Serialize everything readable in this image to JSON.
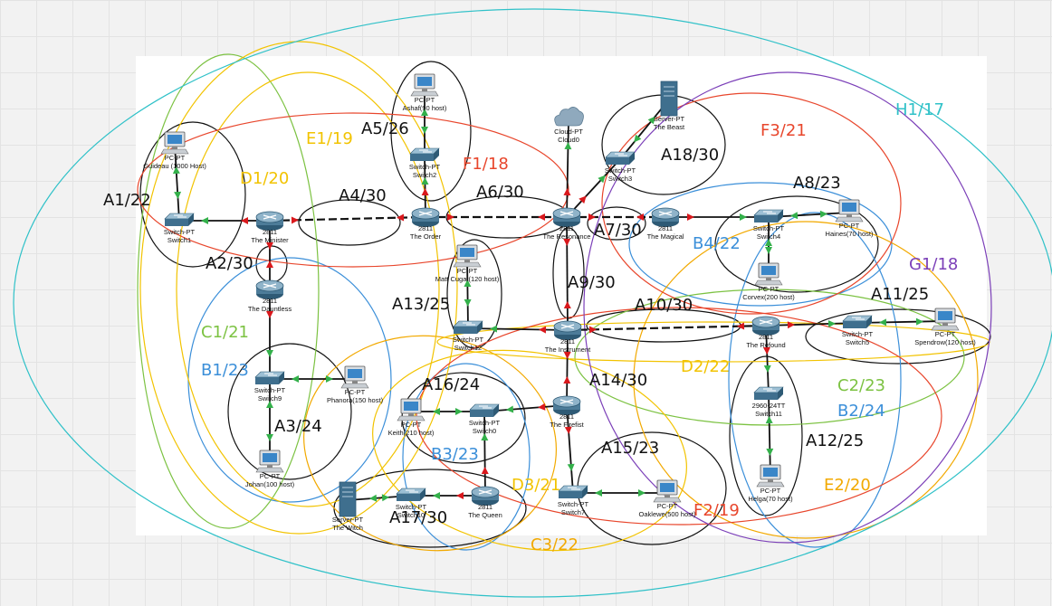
{
  "devices": [
    {
      "id": "pc_guideau",
      "kind": "pc",
      "lines": [
        "PC-PT",
        "Guideau (1000 Host)"
      ]
    },
    {
      "id": "switch1",
      "kind": "switch",
      "lines": [
        "Switch-PT",
        "Switch1"
      ]
    },
    {
      "id": "minister",
      "kind": "router",
      "lines": [
        "2811",
        "The Minister"
      ]
    },
    {
      "id": "dauntless",
      "kind": "router",
      "lines": [
        "2811",
        "The Dauntless"
      ]
    },
    {
      "id": "switch9",
      "kind": "switch",
      "lines": [
        "Switch-PT",
        "Switch9"
      ]
    },
    {
      "id": "pc_phanora",
      "kind": "pc",
      "lines": [
        "PC-PT",
        "Phanora(150 host)"
      ]
    },
    {
      "id": "pc_johan",
      "kind": "pc",
      "lines": [
        "PC-PT",
        "Johan(100 host)"
      ]
    },
    {
      "id": "pc_ashaf",
      "kind": "pc",
      "lines": [
        "PC-PT",
        "Ashaf(90 host)"
      ]
    },
    {
      "id": "switch2",
      "kind": "switch",
      "lines": [
        "Switch-PT",
        "Switch2"
      ]
    },
    {
      "id": "order",
      "kind": "router",
      "lines": [
        "2811",
        "The Order"
      ]
    },
    {
      "id": "cloud0",
      "kind": "cloud",
      "lines": [
        "Cloud-PT",
        "Cloud0"
      ]
    },
    {
      "id": "server_beast",
      "kind": "server",
      "lines": [
        "Server-PT",
        "The Beast"
      ]
    },
    {
      "id": "switch3",
      "kind": "switch",
      "lines": [
        "Switch-PT",
        "Switch3"
      ]
    },
    {
      "id": "resonance",
      "kind": "router",
      "lines": [
        "2811",
        "The Resonance"
      ]
    },
    {
      "id": "magical",
      "kind": "router",
      "lines": [
        "2811",
        "The Magical"
      ]
    },
    {
      "id": "switch4",
      "kind": "switch",
      "lines": [
        "Switch-PT",
        "Switch4"
      ]
    },
    {
      "id": "pc_haines",
      "kind": "pc",
      "lines": [
        "PC-PT",
        "Haines(70 host)"
      ]
    },
    {
      "id": "pc_corvex",
      "kind": "pc",
      "lines": [
        "PC-PT",
        "Corvex(200 host)"
      ]
    },
    {
      "id": "pc_mattcugat",
      "kind": "pc",
      "lines": [
        "PC-PT",
        "Matt Cugat(120 host)"
      ]
    },
    {
      "id": "switch12",
      "kind": "switch",
      "lines": [
        "Switch-PT",
        "Switch12"
      ]
    },
    {
      "id": "instrument",
      "kind": "router",
      "lines": [
        "2811",
        "The Instrument"
      ]
    },
    {
      "id": "refound",
      "kind": "router",
      "lines": [
        "2811",
        "The Refound"
      ]
    },
    {
      "id": "switch5",
      "kind": "switch",
      "lines": [
        "Switch-PT",
        "Switch5"
      ]
    },
    {
      "id": "pc_spendrow",
      "kind": "pc",
      "lines": [
        "PC-PT",
        "Spendrow(120 host)"
      ]
    },
    {
      "id": "switch11",
      "kind": "switch",
      "lines": [
        "2960-24TT",
        "Switch11"
      ]
    },
    {
      "id": "pc_helga",
      "kind": "pc",
      "lines": [
        "PC-PT",
        "Helga(70 host)"
      ]
    },
    {
      "id": "pc_keith",
      "kind": "pc",
      "lines": [
        "PC-PT",
        "Keith(210 host)"
      ]
    },
    {
      "id": "switch0",
      "kind": "switch",
      "lines": [
        "Switch-PT",
        "Switch0"
      ]
    },
    {
      "id": "firefist",
      "kind": "router",
      "lines": [
        "2811",
        "The Firefist"
      ]
    },
    {
      "id": "switch7",
      "kind": "switch",
      "lines": [
        "Switch-PT",
        "Switch7"
      ]
    },
    {
      "id": "pc_oaklewe",
      "kind": "pc",
      "lines": [
        "PC-PT",
        "Oaklewe(500 host)"
      ]
    },
    {
      "id": "server_witch",
      "kind": "server",
      "lines": [
        "Server-PT",
        "The Witch"
      ]
    },
    {
      "id": "switch10",
      "kind": "switch",
      "lines": [
        "Switch-PT",
        "Switch10"
      ]
    },
    {
      "id": "queen",
      "kind": "router",
      "lines": [
        "2811",
        "The Queen"
      ]
    }
  ],
  "links": [
    {
      "from": "pc_guideau",
      "to": "switch1",
      "serial": false
    },
    {
      "from": "switch1",
      "to": "minister",
      "serial": false
    },
    {
      "from": "minister",
      "to": "order",
      "serial": true
    },
    {
      "from": "order",
      "to": "resonance",
      "serial": true
    },
    {
      "from": "switch2",
      "to": "order",
      "serial": false
    },
    {
      "from": "pc_ashaf",
      "to": "switch2",
      "serial": false
    },
    {
      "from": "minister",
      "to": "dauntless",
      "serial": false
    },
    {
      "from": "dauntless",
      "to": "switch9",
      "serial": false
    },
    {
      "from": "switch9",
      "to": "pc_phanora",
      "serial": false
    },
    {
      "from": "switch9",
      "to": "pc_johan",
      "serial": false
    },
    {
      "from": "cloud0",
      "to": "resonance",
      "serial": false
    },
    {
      "from": "server_beast",
      "to": "switch3",
      "serial": false
    },
    {
      "from": "switch3",
      "to": "resonance",
      "serial": false
    },
    {
      "from": "resonance",
      "to": "magical",
      "serial": true
    },
    {
      "from": "magical",
      "to": "switch4",
      "serial": false
    },
    {
      "from": "switch4",
      "to": "pc_haines",
      "serial": false
    },
    {
      "from": "switch4",
      "to": "pc_corvex",
      "serial": false
    },
    {
      "from": "resonance",
      "to": "instrument",
      "serial": false
    },
    {
      "from": "pc_mattcugat",
      "to": "switch12",
      "serial": false
    },
    {
      "from": "switch12",
      "to": "instrument",
      "serial": false
    },
    {
      "from": "instrument",
      "to": "refound",
      "serial": true
    },
    {
      "from": "refound",
      "to": "switch5",
      "serial": false
    },
    {
      "from": "switch5",
      "to": "pc_spendrow",
      "serial": false
    },
    {
      "from": "refound",
      "to": "switch11",
      "serial": false
    },
    {
      "from": "switch11",
      "to": "pc_helga",
      "serial": false
    },
    {
      "from": "instrument",
      "to": "firefist",
      "serial": false
    },
    {
      "from": "firefist",
      "to": "switch0",
      "serial": false
    },
    {
      "from": "switch0",
      "to": "pc_keith",
      "serial": false
    },
    {
      "from": "switch0",
      "to": "queen",
      "serial": false
    },
    {
      "from": "firefist",
      "to": "switch7",
      "serial": false
    },
    {
      "from": "switch7",
      "to": "pc_oaklewe",
      "serial": false
    },
    {
      "from": "queen",
      "to": "switch10",
      "serial": false
    },
    {
      "from": "switch10",
      "to": "server_witch",
      "serial": false
    }
  ],
  "subnet_labels": [
    {
      "text": "A1/22",
      "color": "#111111"
    },
    {
      "text": "A2/30",
      "color": "#111111"
    },
    {
      "text": "A3/24",
      "color": "#111111"
    },
    {
      "text": "A4/30",
      "color": "#111111"
    },
    {
      "text": "A5/26",
      "color": "#111111"
    },
    {
      "text": "A6/30",
      "color": "#111111"
    },
    {
      "text": "A7/30",
      "color": "#111111"
    },
    {
      "text": "A8/23",
      "color": "#111111"
    },
    {
      "text": "A9/30",
      "color": "#111111"
    },
    {
      "text": "A10/30",
      "color": "#111111"
    },
    {
      "text": "A11/25",
      "color": "#111111"
    },
    {
      "text": "A12/25",
      "color": "#111111"
    },
    {
      "text": "A13/25",
      "color": "#111111"
    },
    {
      "text": "A14/30",
      "color": "#111111"
    },
    {
      "text": "A15/23",
      "color": "#111111"
    },
    {
      "text": "A16/24",
      "color": "#111111"
    },
    {
      "text": "A17/30",
      "color": "#111111"
    },
    {
      "text": "A18/30",
      "color": "#111111"
    },
    {
      "text": "B1/23",
      "color": "#3b8fd9"
    },
    {
      "text": "B2/24",
      "color": "#3b8fd9"
    },
    {
      "text": "B3/23",
      "color": "#3b8fd9"
    },
    {
      "text": "B4/22",
      "color": "#3b8fd9"
    },
    {
      "text": "C1/21",
      "color": "#7cc242"
    },
    {
      "text": "C2/23",
      "color": "#7cc242"
    },
    {
      "text": "C3/22",
      "color": "#f2a900"
    },
    {
      "text": "D1/20",
      "color": "#f2c300"
    },
    {
      "text": "D2/22",
      "color": "#f2c300"
    },
    {
      "text": "D3/21",
      "color": "#f2c300"
    },
    {
      "text": "E1/19",
      "color": "#f2c300"
    },
    {
      "text": "E2/20",
      "color": "#f2a900"
    },
    {
      "text": "F1/18",
      "color": "#e8462c"
    },
    {
      "text": "F2/19",
      "color": "#e8462c"
    },
    {
      "text": "F3/21",
      "color": "#e8462c"
    },
    {
      "text": "G1/18",
      "color": "#7b3fb8"
    },
    {
      "text": "H1/17",
      "color": "#2fc1c8"
    }
  ],
  "colors": {
    "black": "#111111",
    "blue": "#3b8fd9",
    "green": "#7cc242",
    "yellow": "#f2c300",
    "orange": "#f2a900",
    "red": "#e8462c",
    "purple": "#7b3fb8",
    "cyan": "#2fc1c8",
    "router": "#4d7c99",
    "switch": "#3f6f8e",
    "link_dot_green": "#33b04a",
    "link_dot_red": "#d9181c"
  }
}
